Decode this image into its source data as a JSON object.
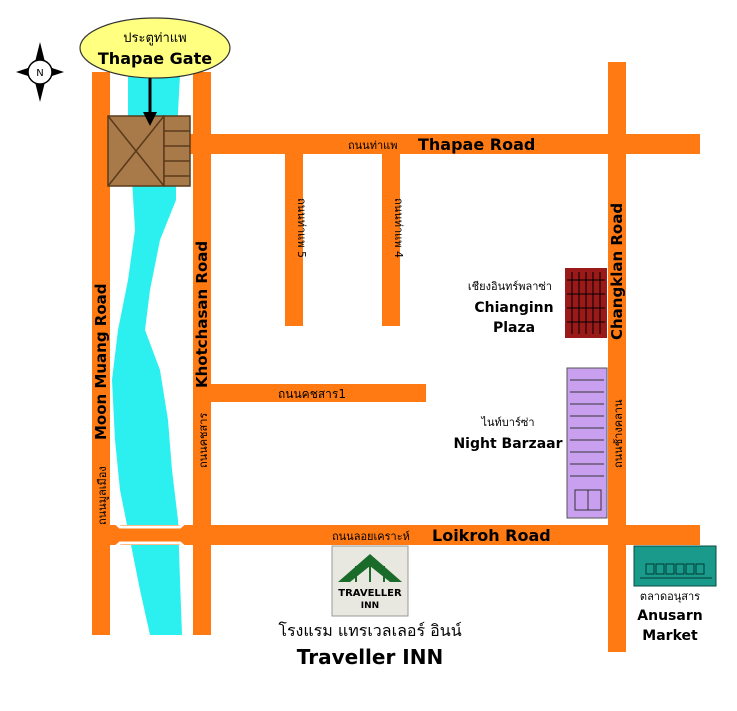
{
  "colors": {
    "road": "#ff7a12",
    "river": "#2cf0f0",
    "gate_fill": "#a87a4a",
    "gate_stroke": "#5a3a1a",
    "chianginn_fill": "#9a1a1a",
    "chianginn_text": "#8a0a0a",
    "barzaar_fill": "#c9a0f0",
    "barzaar_text": "#9a2a7a",
    "anusarn_fill": "#1a9a8a",
    "anusarn_text": "#1a8a7a",
    "traveller_text": "#1a6a2a",
    "callout_fill": "#ffff80"
  },
  "compass": {
    "letter": "N"
  },
  "callout": {
    "thai": "ประตูท่าแพ",
    "english": "Thapae Gate"
  },
  "roads": {
    "thapae": {
      "thai": "ถนนท่าแพ",
      "english": "Thapae Road"
    },
    "loikroh": {
      "thai": "ถนนลอยเคราะห์",
      "english": "Loikroh Road"
    },
    "kotchasan1": {
      "thai": "ถนนคชสาร1"
    },
    "thapae5": {
      "thai": "ถนนท่าแพ 5"
    },
    "thapae4": {
      "thai": "ถนนท่าแพ 4"
    },
    "moon_muang": {
      "thai": "ถนนมูลเมือง",
      "english": "Moon Muang Road"
    },
    "khotchasan": {
      "thai": "ถนนคชสาร",
      "english": "Khotchasan Road"
    },
    "changklan": {
      "thai": "ถนนช้างคลาน",
      "english": "Changklan Road"
    }
  },
  "places": {
    "chianginn": {
      "thai": "เชียงอินทร์พลาซ่า",
      "line1": "Chianginn",
      "line2": "Plaza"
    },
    "barzaar": {
      "thai": "ไนท์บาร์ซ่า",
      "english": "Night Barzaar"
    },
    "anusarn": {
      "thai": "ตลาดอนุสาร",
      "line1": "Anusarn",
      "line2": "Market"
    },
    "traveller": {
      "thai": "โรงแรม แทรเวลเลอร์ อินน์",
      "english": "Traveller INN",
      "logo_text_1": "TRAVELLER",
      "logo_text_2": "INN"
    }
  }
}
